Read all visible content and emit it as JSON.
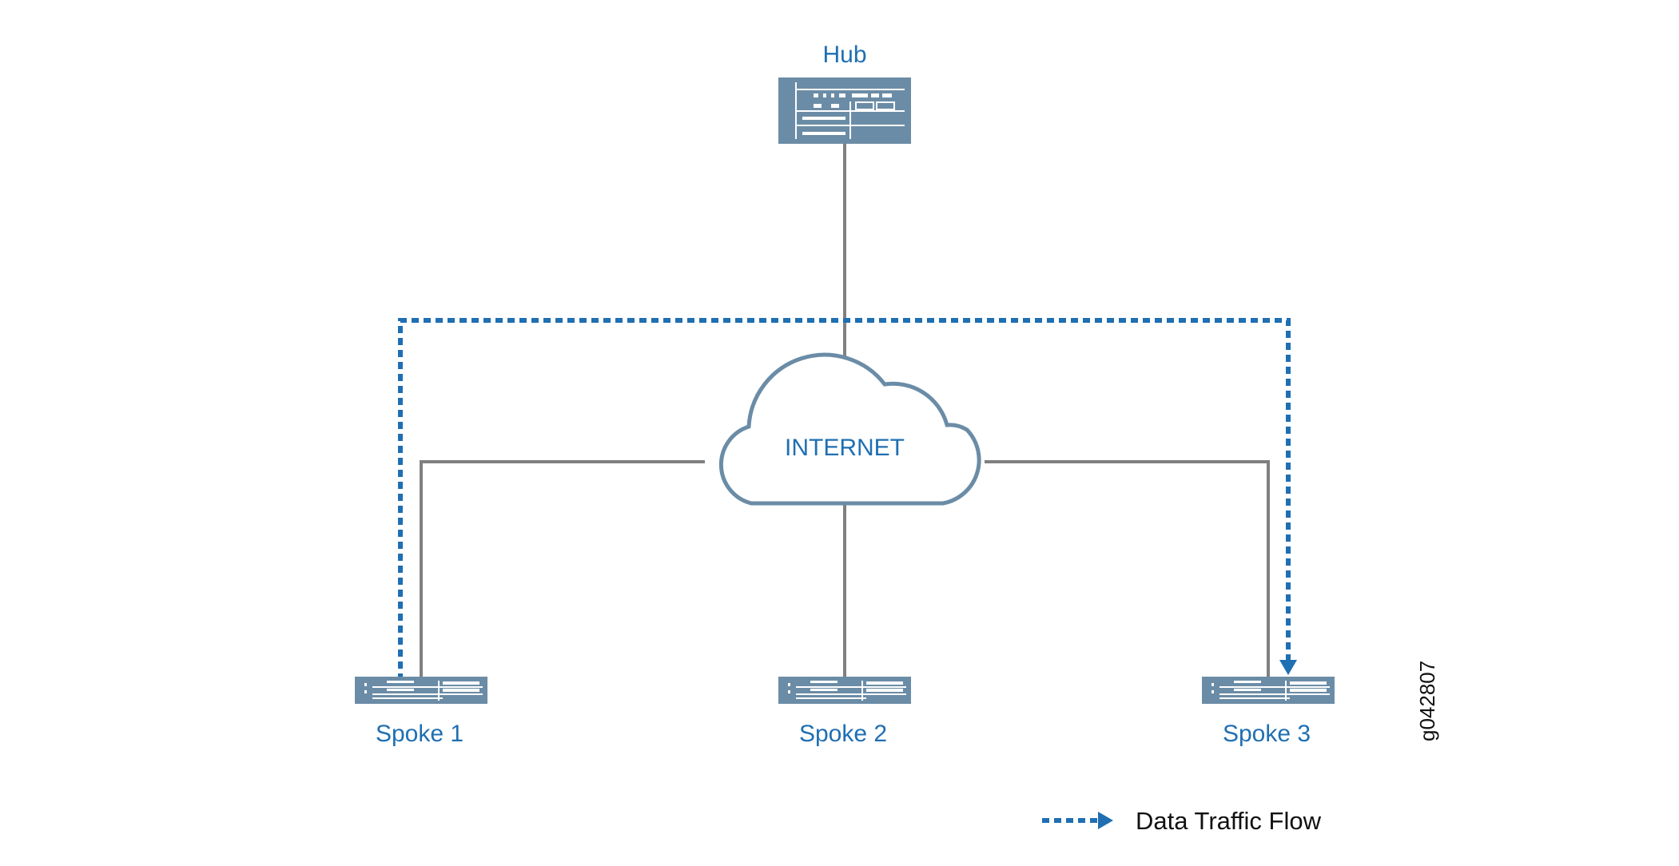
{
  "hub": {
    "label": "Hub"
  },
  "cloud": {
    "label": "INTERNET"
  },
  "spokes": [
    {
      "label": "Spoke 1"
    },
    {
      "label": "Spoke 2"
    },
    {
      "label": "Spoke 3"
    }
  ],
  "legend": {
    "label": "Data Traffic Flow"
  },
  "figure_id": "g042807",
  "colors": {
    "accent": "#1f6fb2",
    "device": "#6b8ca6",
    "wire": "#808080"
  }
}
